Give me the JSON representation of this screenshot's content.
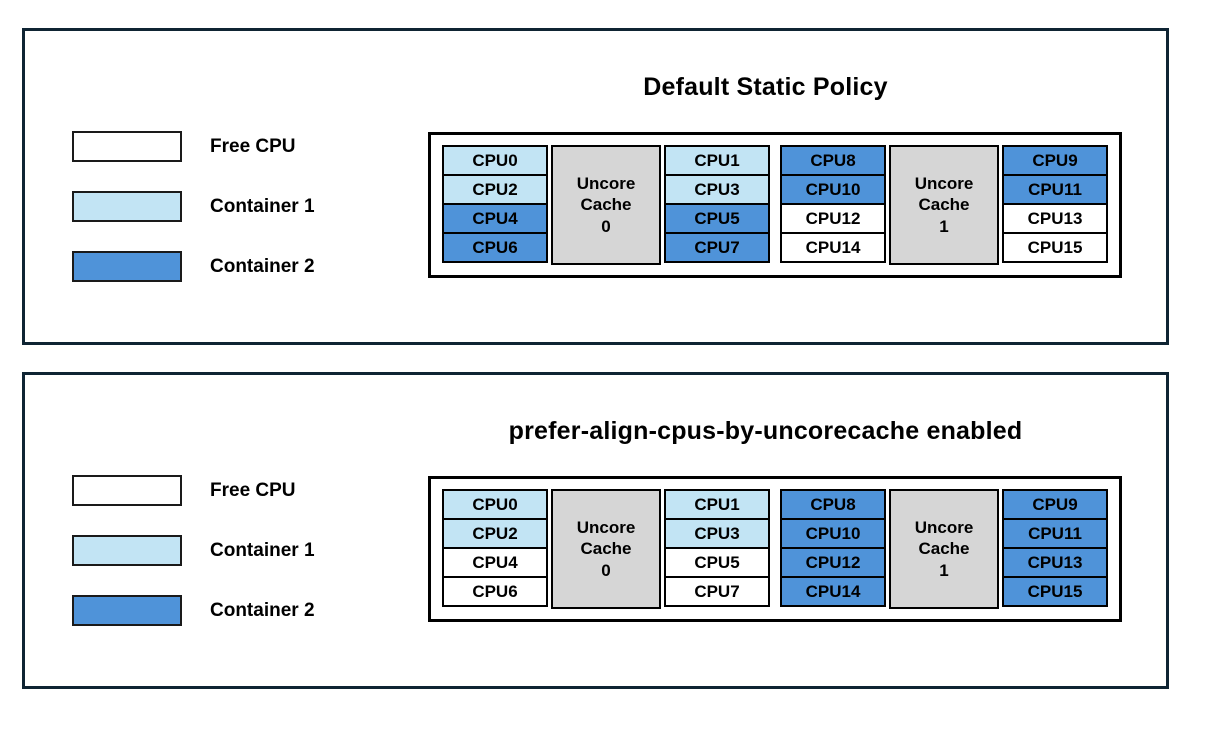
{
  "colors": {
    "free": "#ffffff",
    "container1": "#c2e4f4",
    "container2": "#4f93d9",
    "cache_bg": "#d6d6d6",
    "panel_border": "#0f2433",
    "cell_border": "#000000"
  },
  "panels": [
    {
      "title": "Default Static Policy",
      "legend": [
        {
          "label": "Free CPU",
          "type": "free"
        },
        {
          "label": "Container 1",
          "type": "container1"
        },
        {
          "label": "Container 2",
          "type": "container2"
        }
      ],
      "groups": [
        {
          "cache_lines": [
            "Uncore",
            "Cache",
            "0"
          ],
          "left": [
            {
              "label": "CPU0",
              "type": "container1"
            },
            {
              "label": "CPU2",
              "type": "container1"
            },
            {
              "label": "CPU4",
              "type": "container2"
            },
            {
              "label": "CPU6",
              "type": "container2"
            }
          ],
          "right": [
            {
              "label": "CPU1",
              "type": "container1"
            },
            {
              "label": "CPU3",
              "type": "container1"
            },
            {
              "label": "CPU5",
              "type": "container2"
            },
            {
              "label": "CPU7",
              "type": "container2"
            }
          ]
        },
        {
          "cache_lines": [
            "Uncore",
            "Cache",
            "1"
          ],
          "left": [
            {
              "label": "CPU8",
              "type": "container2"
            },
            {
              "label": "CPU10",
              "type": "container2"
            },
            {
              "label": "CPU12",
              "type": "free"
            },
            {
              "label": "CPU14",
              "type": "free"
            }
          ],
          "right": [
            {
              "label": "CPU9",
              "type": "container2"
            },
            {
              "label": "CPU11",
              "type": "container2"
            },
            {
              "label": "CPU13",
              "type": "free"
            },
            {
              "label": "CPU15",
              "type": "free"
            }
          ]
        }
      ]
    },
    {
      "title": "prefer-align-cpus-by-uncorecache enabled",
      "legend": [
        {
          "label": "Free CPU",
          "type": "free"
        },
        {
          "label": "Container 1",
          "type": "container1"
        },
        {
          "label": "Container 2",
          "type": "container2"
        }
      ],
      "groups": [
        {
          "cache_lines": [
            "Uncore",
            "Cache",
            "0"
          ],
          "left": [
            {
              "label": "CPU0",
              "type": "container1"
            },
            {
              "label": "CPU2",
              "type": "container1"
            },
            {
              "label": "CPU4",
              "type": "free"
            },
            {
              "label": "CPU6",
              "type": "free"
            }
          ],
          "right": [
            {
              "label": "CPU1",
              "type": "container1"
            },
            {
              "label": "CPU3",
              "type": "container1"
            },
            {
              "label": "CPU5",
              "type": "free"
            },
            {
              "label": "CPU7",
              "type": "free"
            }
          ]
        },
        {
          "cache_lines": [
            "Uncore",
            "Cache",
            "1"
          ],
          "left": [
            {
              "label": "CPU8",
              "type": "container2"
            },
            {
              "label": "CPU10",
              "type": "container2"
            },
            {
              "label": "CPU12",
              "type": "container2"
            },
            {
              "label": "CPU14",
              "type": "container2"
            }
          ],
          "right": [
            {
              "label": "CPU9",
              "type": "container2"
            },
            {
              "label": "CPU11",
              "type": "container2"
            },
            {
              "label": "CPU13",
              "type": "container2"
            },
            {
              "label": "CPU15",
              "type": "container2"
            }
          ]
        }
      ]
    }
  ]
}
